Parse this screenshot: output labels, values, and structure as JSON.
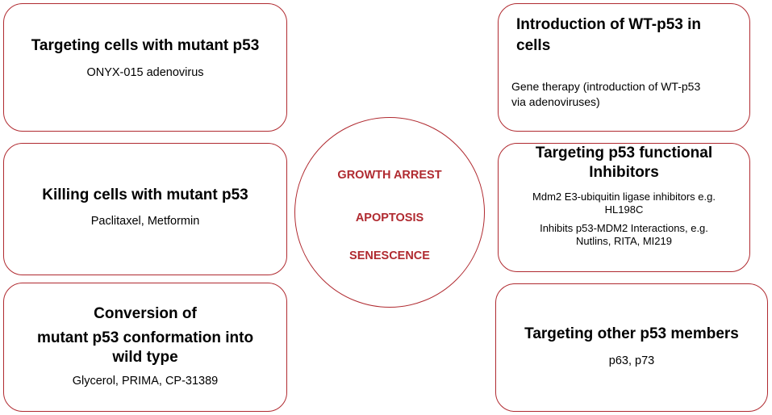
{
  "colors": {
    "border": "#b02a30",
    "outcome_text": "#b02a30"
  },
  "boxes": {
    "targeting_mutant": {
      "title": "Targeting cells with mutant p53",
      "body": "ONYX-015 adenovirus"
    },
    "killing_mutant": {
      "title": "Killing cells with mutant p53",
      "body": "Paclitaxel, Metformin"
    },
    "conversion": {
      "title_line1": "Conversion of",
      "title_line2": "mutant p53 conformation into",
      "title_line3": "wild type",
      "body": "Glycerol, PRIMA, CP-31389"
    },
    "introduction_wt": {
      "title_line1": "Introduction of  WT-p53 in",
      "title_line2": "cells",
      "body_line1": "Gene therapy (introduction of  WT-p53",
      "body_line2": "via adenoviruses)"
    },
    "functional_inhibitors": {
      "title_line1": "Targeting p53 functional",
      "title_line2": "Inhibitors",
      "body_line1": "Mdm2 E3-ubiquitin ligase inhibitors e.g.",
      "body_line2": "HL198C",
      "body_line3": "Inhibits p53-MDM2  Interactions, e.g.",
      "body_line4": "Nutlins, RITA, MI219"
    },
    "other_members": {
      "title": "Targeting other p53 members",
      "body": "p63, p73"
    }
  },
  "center": {
    "outcomes": [
      "GROWTH ARREST",
      "APOPTOSIS",
      "SENESCENCE"
    ]
  }
}
